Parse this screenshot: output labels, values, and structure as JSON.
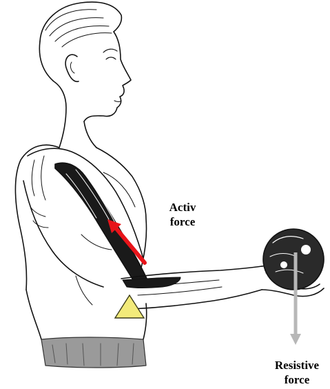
{
  "labels": {
    "active_line1": "Activ",
    "active_line2": "force",
    "resistive_line1": "Resistive",
    "resistive_line2": "force"
  },
  "arrows": {
    "active": {
      "direction": "up-left",
      "color": "#e8141a"
    },
    "resistive": {
      "direction": "down",
      "color": "#b7b7b7"
    }
  },
  "fulcrum": {
    "shape": "triangle",
    "color": "#f2ea7a"
  },
  "figure": {
    "subject": "man holding ball with forearm extended",
    "ink_color": "#111111"
  }
}
